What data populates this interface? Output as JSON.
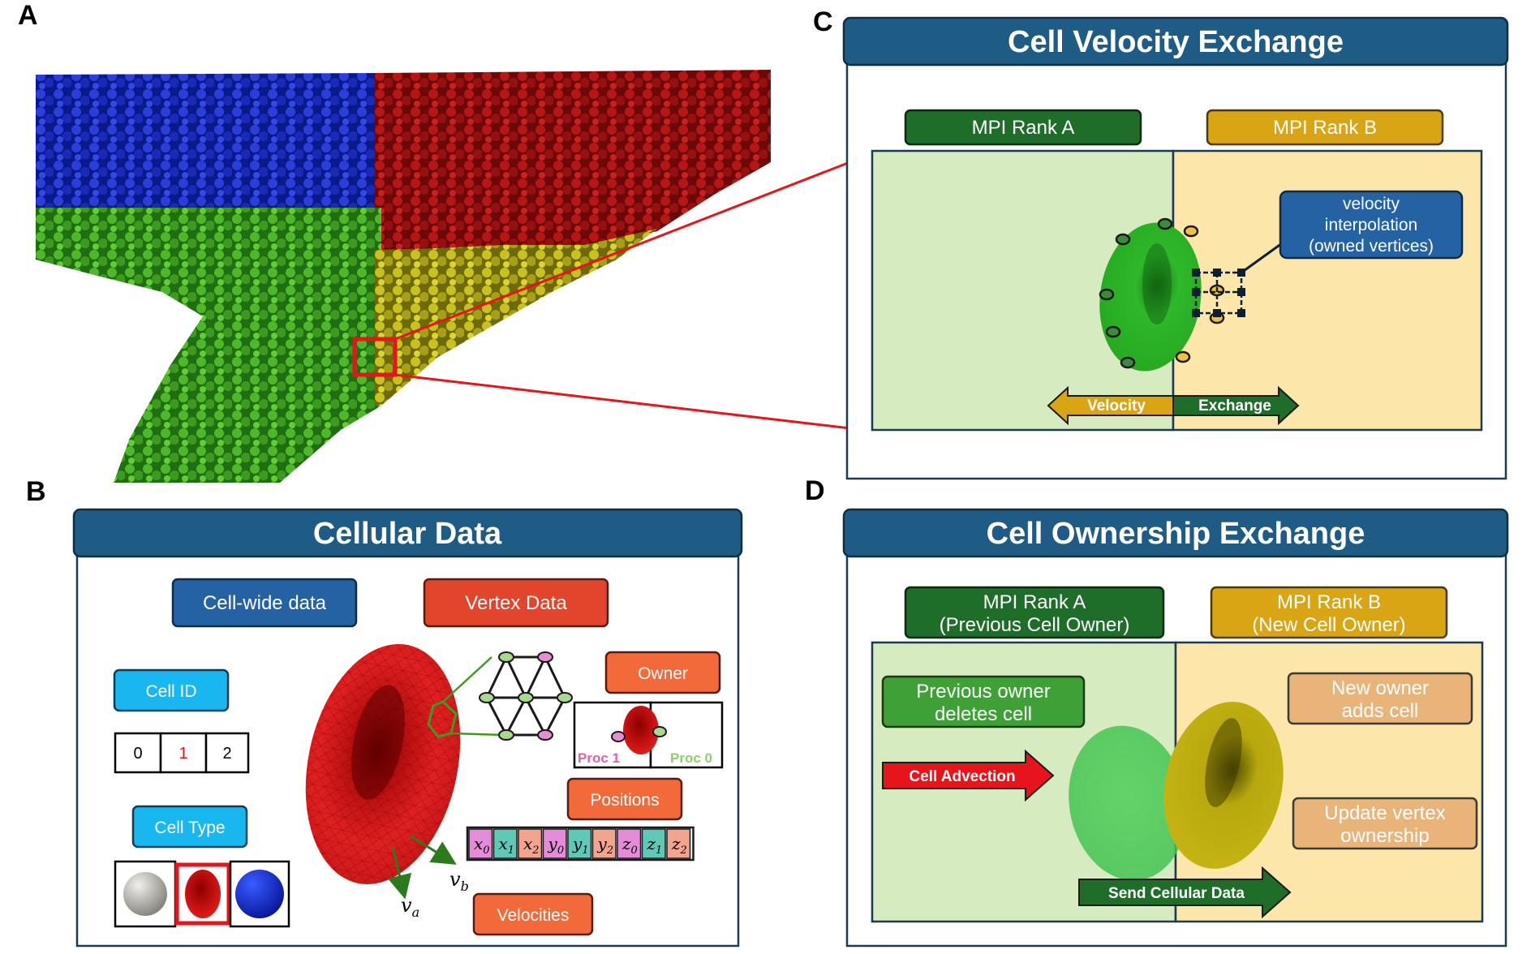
{
  "panels": {
    "a": {
      "letter": "A"
    },
    "b": {
      "letter": "B",
      "title": "Cellular Data"
    },
    "c": {
      "letter": "C",
      "title": "Cell Velocity Exchange"
    },
    "d": {
      "letter": "D",
      "title": "Cell Ownership Exchange"
    }
  },
  "colors": {
    "title_bar": "#1f5c85",
    "rank_a": "#1e6e2a",
    "rank_b": "#d9a514",
    "rank_a_bg": "#d7ebc1",
    "rank_b_bg": "#fce6a9",
    "cell_wide": "#2462a3",
    "vertex_data": "#e2452c",
    "cyan_box": "#19b7f0",
    "orange_box": "#f36a3a"
  },
  "panel_b": {
    "cell_wide_label": "Cell-wide data",
    "vertex_data_label": "Vertex Data",
    "cell_id_label": "Cell ID",
    "cell_ids": [
      "0",
      "1",
      "2"
    ],
    "cell_type_label": "Cell Type",
    "owner_label": "Owner",
    "proc_left": "Proc 1",
    "proc_right": "Proc 0",
    "positions_label": "Positions",
    "position_cells": [
      {
        "base": "x",
        "sub": "0"
      },
      {
        "base": "x",
        "sub": "1"
      },
      {
        "base": "x",
        "sub": "2"
      },
      {
        "base": "y",
        "sub": "0"
      },
      {
        "base": "y",
        "sub": "1"
      },
      {
        "base": "y",
        "sub": "2"
      },
      {
        "base": "z",
        "sub": "0"
      },
      {
        "base": "z",
        "sub": "1"
      },
      {
        "base": "z",
        "sub": "2"
      }
    ],
    "va_base": "v",
    "va_sub": "a",
    "vb_base": "v",
    "vb_sub": "b",
    "velocities_label": "Velocities"
  },
  "panel_c": {
    "rank_a_label": "MPI Rank A",
    "rank_b_label": "MPI Rank B",
    "interp_line1": "velocity",
    "interp_line2": "interpolation",
    "interp_line3": "(owned vertices)",
    "arrow_left": "Velocity",
    "arrow_right": "Exchange"
  },
  "panel_d": {
    "rank_a_line1": "MPI Rank A",
    "rank_a_line2": "(Previous Cell Owner)",
    "rank_b_line1": "MPI Rank B",
    "rank_b_line2": "(New Cell Owner)",
    "prev_line1": "Previous owner",
    "prev_line2": "deletes cell",
    "new_line1": "New owner",
    "new_line2": "adds cell",
    "update_line1": "Update vertex",
    "update_line2": "ownership",
    "advection": "Cell Advection",
    "send": "Send Cellular Data"
  }
}
